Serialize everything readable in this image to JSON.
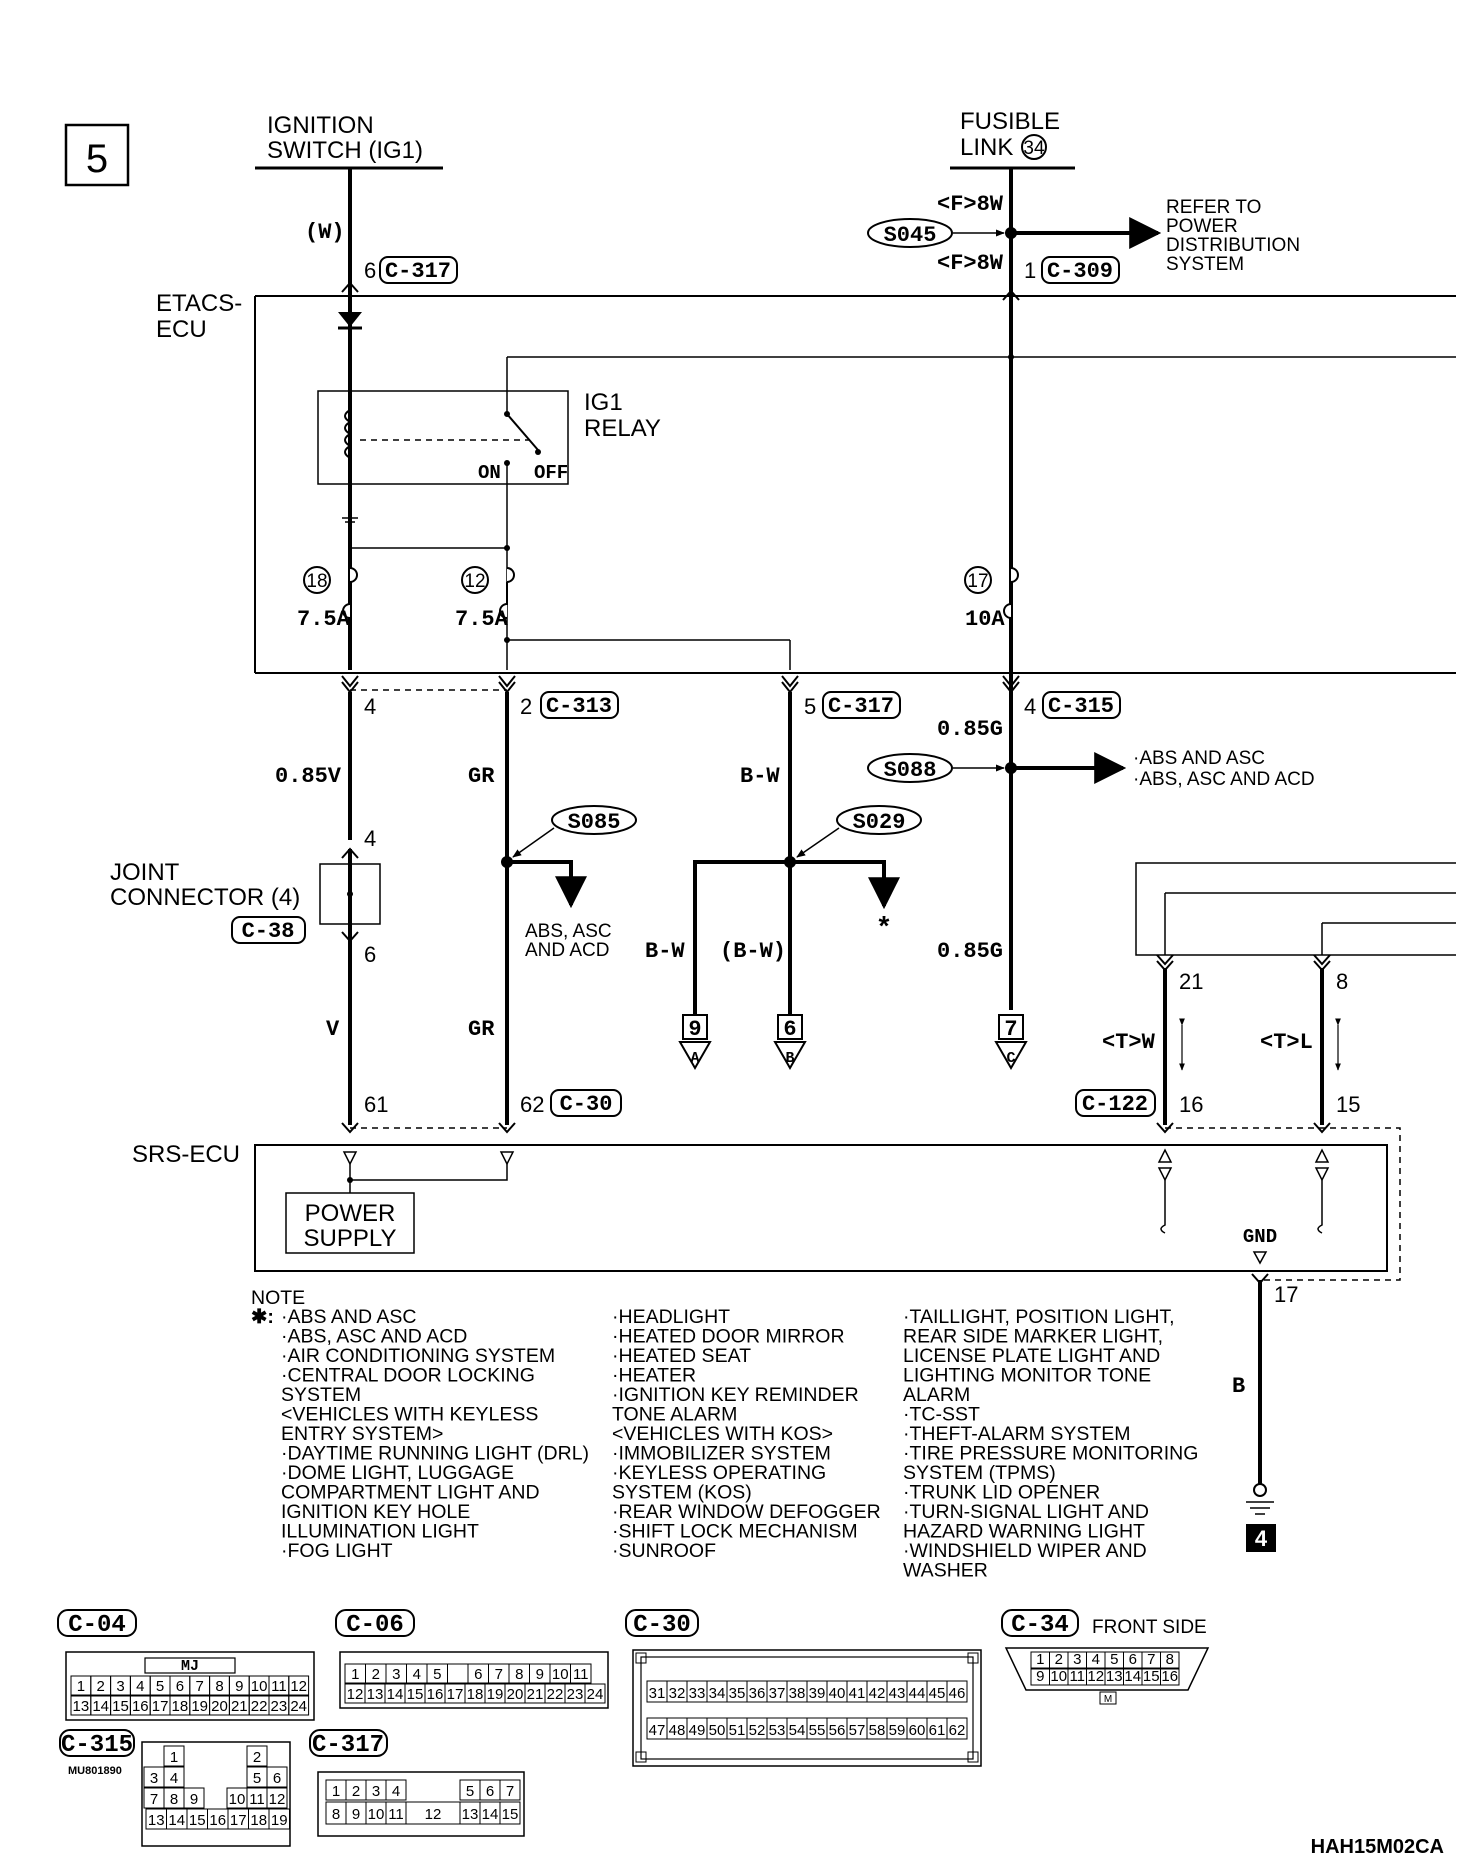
{
  "page": {
    "number": "5",
    "footer_code": "HAH15M02CA",
    "ground_ref": "4"
  },
  "sources": {
    "ign_line1": "IGNITION",
    "ign_line2": "SWITCH (IG1)",
    "fusible_line1": "FUSIBLE",
    "fusible_line2": "LINK",
    "fusible_num": "34"
  },
  "etacs": {
    "label_line1": "ETACS-",
    "label_line2": "ECU",
    "relay_line1": "IG1",
    "relay_line2": "RELAY",
    "relay_on": "ON",
    "relay_off": "OFF",
    "fuses": [
      {
        "num": "18",
        "rating": "7.5A"
      },
      {
        "num": "12",
        "rating": "7.5A"
      },
      {
        "num": "17",
        "rating": "10A"
      }
    ]
  },
  "refer": {
    "line1": "REFER TO",
    "line2": "POWER",
    "line3": "DISTRIBUTION",
    "line4": "SYSTEM"
  },
  "wires": {
    "w_paren": "(W)",
    "pin6": "6",
    "c317": "C-317",
    "f8w_top": "<F>8W",
    "f8w_bot": "<F>8W",
    "pin1": "1",
    "c309": "C-309",
    "s045": "S045",
    "pin4a": "4",
    "pin2": "2",
    "c313": "C-313",
    "pin5": "5",
    "c317b": "C-317",
    "pin4b": "4",
    "c315": "C-315",
    "v085": "0.85V",
    "gr1": "GR",
    "bw1": "B-W",
    "g085a": "0.85G",
    "s088": "S088",
    "abs1": "·ABS AND ASC",
    "abs2": "·ABS, ASC AND ACD",
    "s085": "S085",
    "s029": "S029",
    "abs_acd1": "ABS, ASC",
    "abs_acd2": "AND ACD",
    "bw2": "B-W",
    "bw_paren": "(B-W)",
    "star": "*",
    "g085b": "0.85G",
    "jc_pin4": "4",
    "jc_pin6": "6",
    "v": "V",
    "gr2": "GR",
    "t21": "21",
    "t8": "8",
    "tw": "<T>W",
    "tl": "<T>L",
    "pin61": "61",
    "pin62": "62",
    "c30": "C-30",
    "c122": "C-122",
    "pin16": "16",
    "pin15": "15",
    "pin17": "17",
    "b": "B"
  },
  "joint": {
    "line1": "JOINT",
    "line2": "CONNECTOR (4)",
    "conn": "C-38"
  },
  "offpage": [
    {
      "num": "9",
      "letter": "A"
    },
    {
      "num": "6",
      "letter": "B"
    },
    {
      "num": "7",
      "letter": "C"
    }
  ],
  "srs": {
    "label": "SRS-ECU",
    "power1": "POWER",
    "power2": "SUPPLY",
    "gnd": "GND"
  },
  "note": {
    "title": "NOTE",
    "star": "✱:",
    "col1": [
      "·ABS AND ASC",
      "·ABS, ASC AND ACD",
      "·AIR CONDITIONING SYSTEM",
      "·CENTRAL DOOR LOCKING",
      "  SYSTEM",
      "  <VEHICLES WITH KEYLESS",
      "  ENTRY SYSTEM>",
      "·DAYTIME RUNNING LIGHT (DRL)",
      "·DOME LIGHT, LUGGAGE",
      "  COMPARTMENT LIGHT AND",
      "  IGNITION KEY HOLE",
      "  ILLUMINATION LIGHT",
      "·FOG LIGHT"
    ],
    "col2": [
      "·HEADLIGHT",
      "·HEATED DOOR MIRROR",
      "·HEATED SEAT",
      "·HEATER",
      "·IGNITION KEY REMINDER",
      "  TONE ALARM",
      "  <VEHICLES WITH KOS>",
      "·IMMOBILIZER SYSTEM",
      "·KEYLESS OPERATING",
      "  SYSTEM (KOS)",
      "·REAR WINDOW DEFOGGER",
      "·SHIFT LOCK MECHANISM",
      "·SUNROOF"
    ],
    "col3": [
      "·TAILLIGHT, POSITION LIGHT,",
      "  REAR SIDE MARKER LIGHT,",
      "  LICENSE PLATE LIGHT AND",
      "  LIGHTING MONITOR TONE",
      "  ALARM",
      "·TC-SST",
      "·THEFT-ALARM SYSTEM",
      "·TIRE PRESSURE MONITORING",
      "  SYSTEM (TPMS)",
      "·TRUNK LID OPENER",
      "·TURN-SIGNAL LIGHT AND",
      "  HAZARD WARNING LIGHT",
      "·WINDSHIELD WIPER AND",
      "  WASHER"
    ]
  },
  "connectors": {
    "c04": {
      "id": "C-04",
      "tag": "MJ",
      "row1": [
        "1",
        "2",
        "3",
        "4",
        "5",
        "6",
        "7",
        "8",
        "9",
        "10",
        "11",
        "12"
      ],
      "row2": [
        "13",
        "14",
        "15",
        "16",
        "17",
        "18",
        "19",
        "20",
        "21",
        "22",
        "23",
        "24"
      ]
    },
    "c06": {
      "id": "C-06",
      "row1": [
        "1",
        "2",
        "3",
        "4",
        "5",
        "",
        "6",
        "7",
        "8",
        "9",
        "10",
        "11"
      ],
      "row2": [
        "12",
        "13",
        "14",
        "15",
        "16",
        "17",
        "18",
        "19",
        "20",
        "21",
        "22",
        "23",
        "24"
      ]
    },
    "c30": {
      "id": "C-30",
      "row1": [
        "31",
        "32",
        "33",
        "34",
        "35",
        "36",
        "37",
        "38",
        "39",
        "40",
        "41",
        "42",
        "43",
        "44",
        "45",
        "46"
      ],
      "row2": [
        "47",
        "48",
        "49",
        "50",
        "51",
        "52",
        "53",
        "54",
        "55",
        "56",
        "57",
        "58",
        "59",
        "60",
        "61",
        "62"
      ]
    },
    "c34": {
      "id": "C-34",
      "side": "FRONT SIDE",
      "tag": "M",
      "row1": [
        "1",
        "2",
        "3",
        "4",
        "5",
        "6",
        "7",
        "8"
      ],
      "row2": [
        "9",
        "10",
        "11",
        "12",
        "13",
        "14",
        "15",
        "16"
      ]
    },
    "c315": {
      "id": "C-315",
      "code": "MU801890",
      "r1": [
        "1",
        "2"
      ],
      "r2": [
        "3",
        "4",
        "5",
        "6"
      ],
      "r3": [
        "7",
        "8",
        "9",
        "10",
        "11",
        "12"
      ],
      "r4": [
        "13",
        "14",
        "15",
        "16",
        "17",
        "18",
        "19"
      ]
    },
    "c317": {
      "id": "C-317",
      "row1": [
        "1",
        "2",
        "3",
        "4",
        "5",
        "6",
        "7"
      ],
      "row2": [
        "8",
        "9",
        "10",
        "11",
        "12",
        "13",
        "14",
        "15"
      ]
    }
  }
}
